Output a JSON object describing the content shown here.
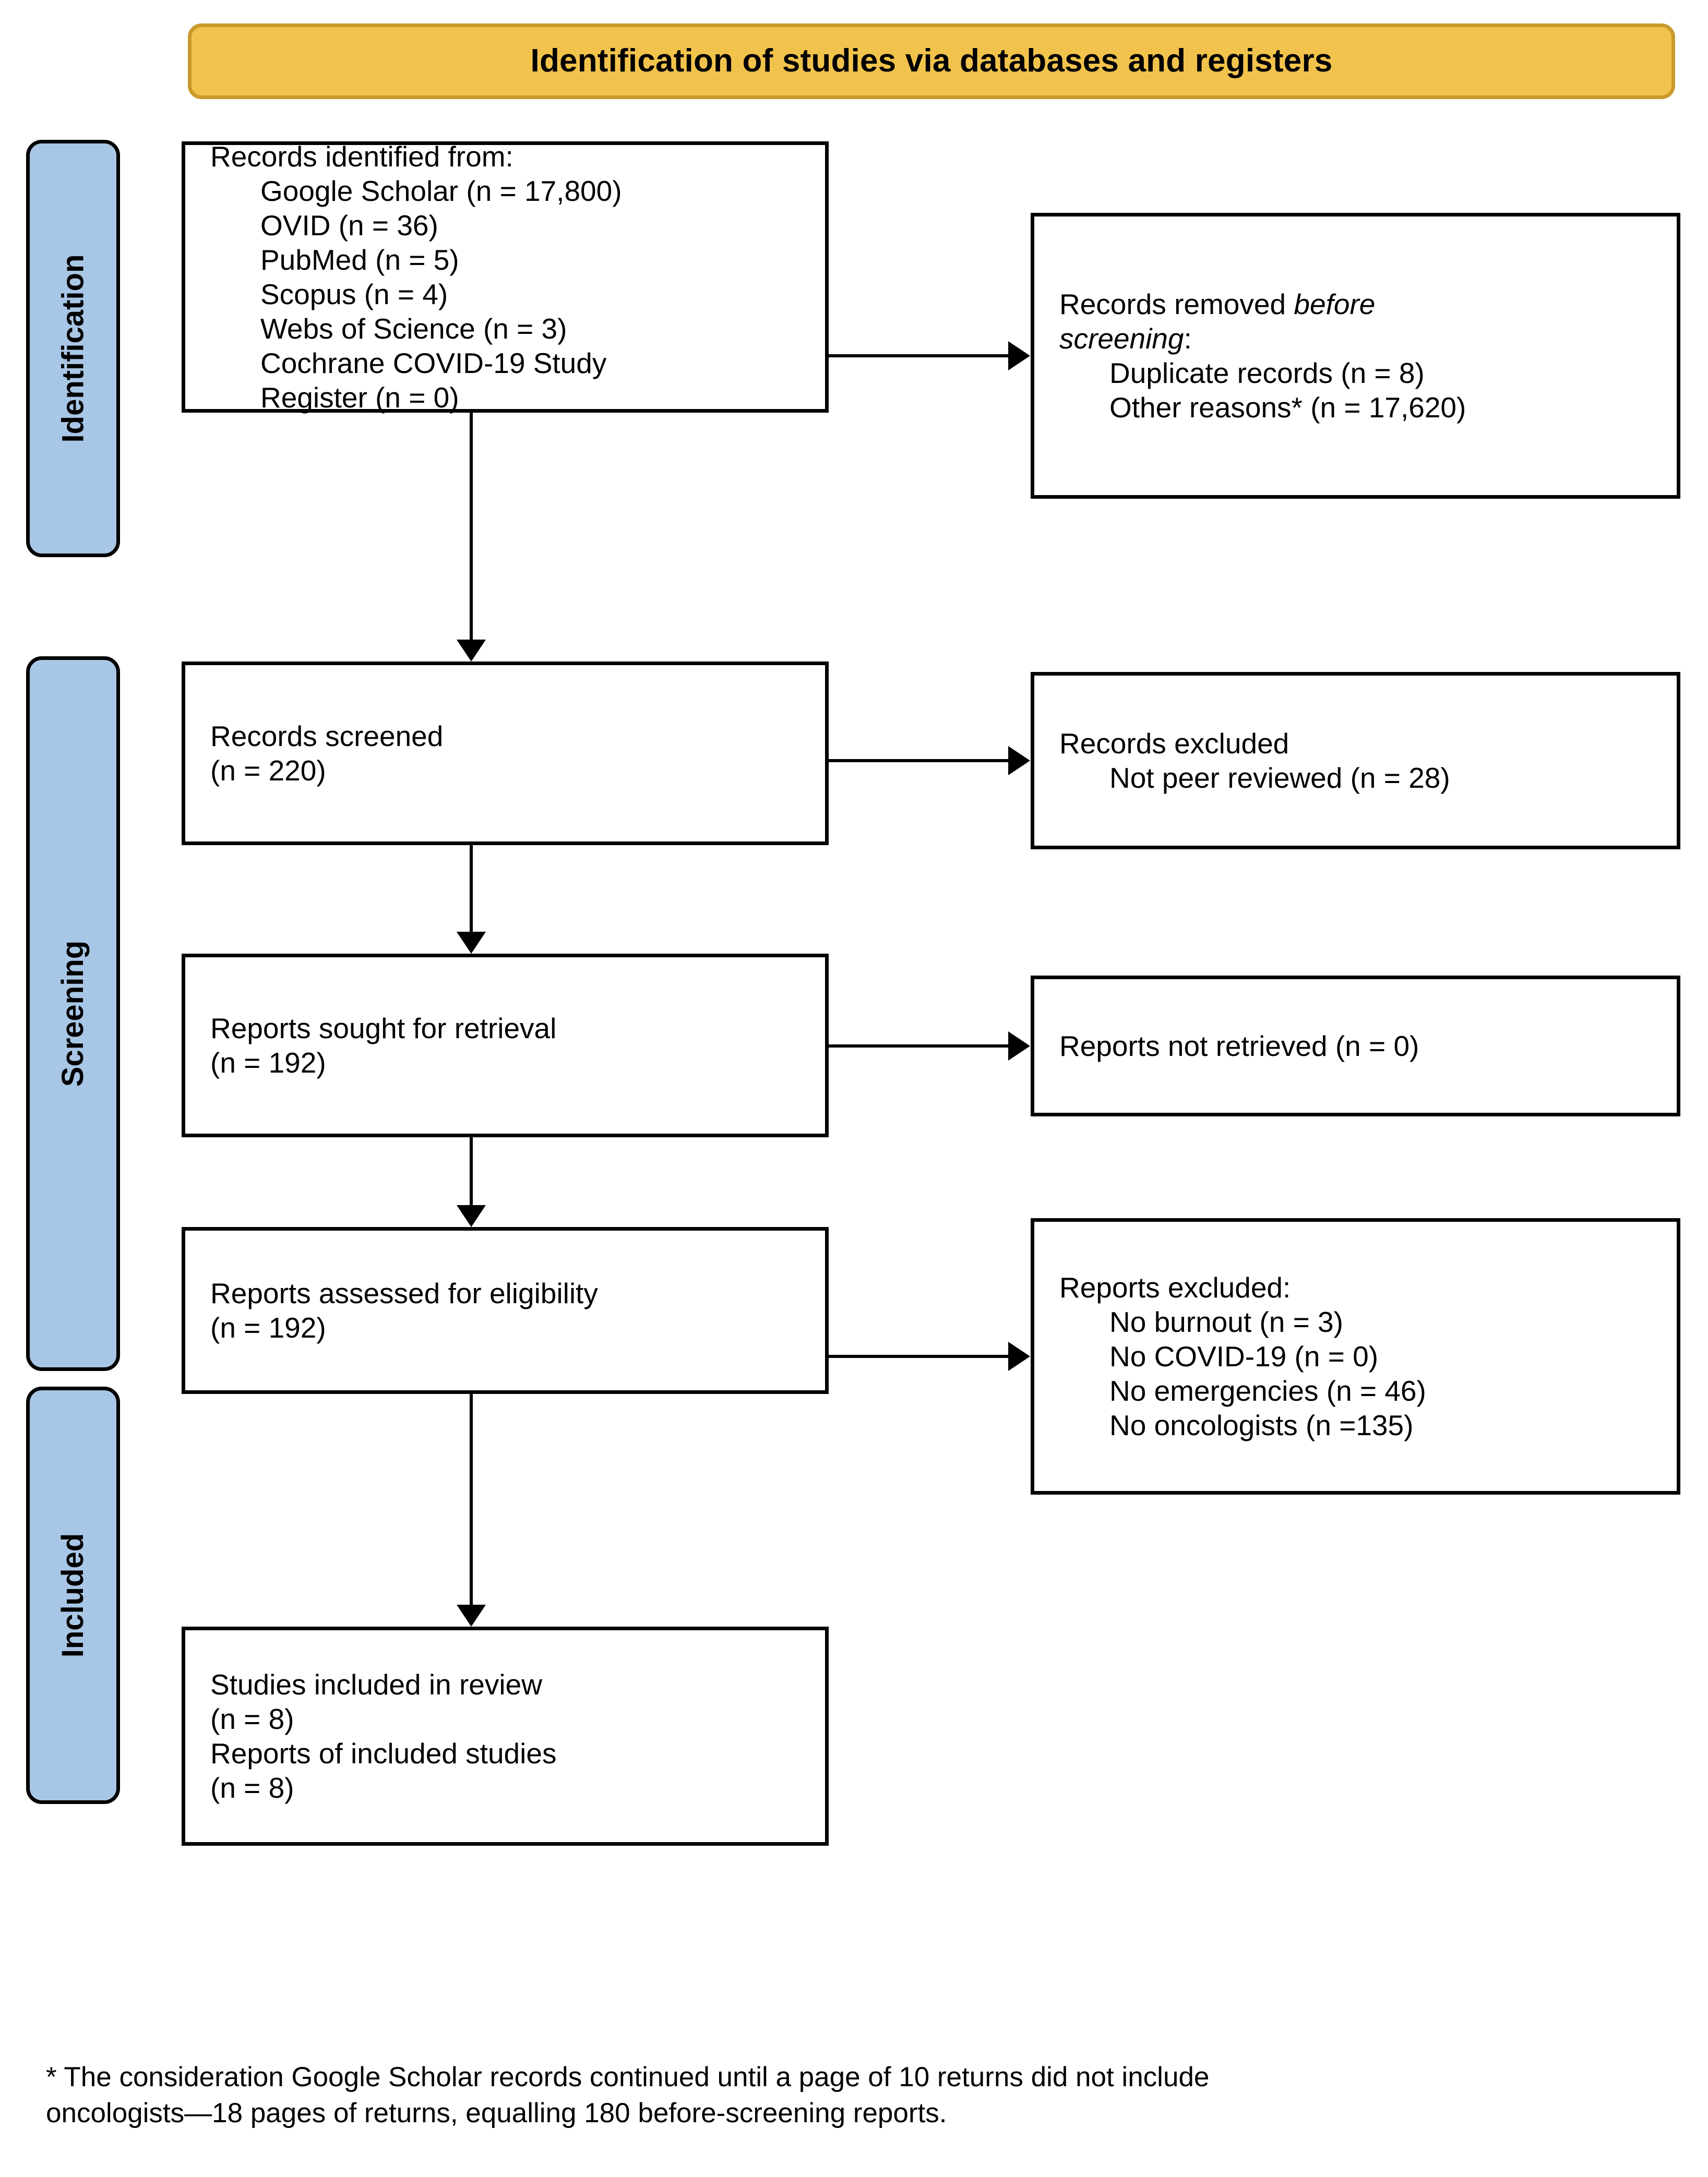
{
  "banner": {
    "title": "Identification of studies via databases and registers",
    "fill_color": "#F2C34C",
    "border_color": "#C9992B"
  },
  "stages": {
    "fill_color": "#A8C6E5",
    "identification": "Identification",
    "screening": "Screening",
    "included": "Included"
  },
  "boxes": {
    "identified": {
      "heading": "Records identified from:",
      "items": [
        "Google Scholar (n = 17,800)",
        "OVID (n = 36)",
        "PubMed (n = 5)",
        "Scopus (n = 4)",
        "Webs of Science (n = 3)"
      ],
      "register_line1": "Cochrane COVID-19 Study",
      "register_line2": "Register (n = 0)"
    },
    "removed": {
      "heading_pre": "Records removed ",
      "heading_italic1": "before",
      "heading_italic2": "screening",
      "heading_post": ":",
      "items": [
        "Duplicate records (n = 8)",
        "Other reasons* (n = 17,620)"
      ]
    },
    "screened": {
      "line1": "Records screened",
      "line2": "(n = 220)"
    },
    "excluded_records": {
      "heading": "Records excluded",
      "items": [
        "Not peer reviewed (n = 28)"
      ]
    },
    "sought": {
      "line1": "Reports sought for retrieval",
      "line2": "(n = 192)"
    },
    "not_retrieved": {
      "line1": "Reports not retrieved (n = 0)"
    },
    "assessed": {
      "line1": "Reports assessed for eligibility",
      "line2": "(n = 192)"
    },
    "excluded_reports": {
      "heading": "Reports excluded:",
      "items": [
        "No burnout (n = 3)",
        "No COVID-19 (n = 0)",
        "No emergencies (n = 46)",
        "No oncologists (n =135)"
      ]
    },
    "included": {
      "line1": "Studies included in review",
      "line2": "(n = 8)",
      "line3": "Reports of included studies",
      "line4": "(n = 8)"
    }
  },
  "footnote": {
    "line1": "* The consideration Google Scholar records continued until a page of 10 returns did not include",
    "line2": "oncologists—18 pages of returns, equalling 180 before-screening reports."
  }
}
